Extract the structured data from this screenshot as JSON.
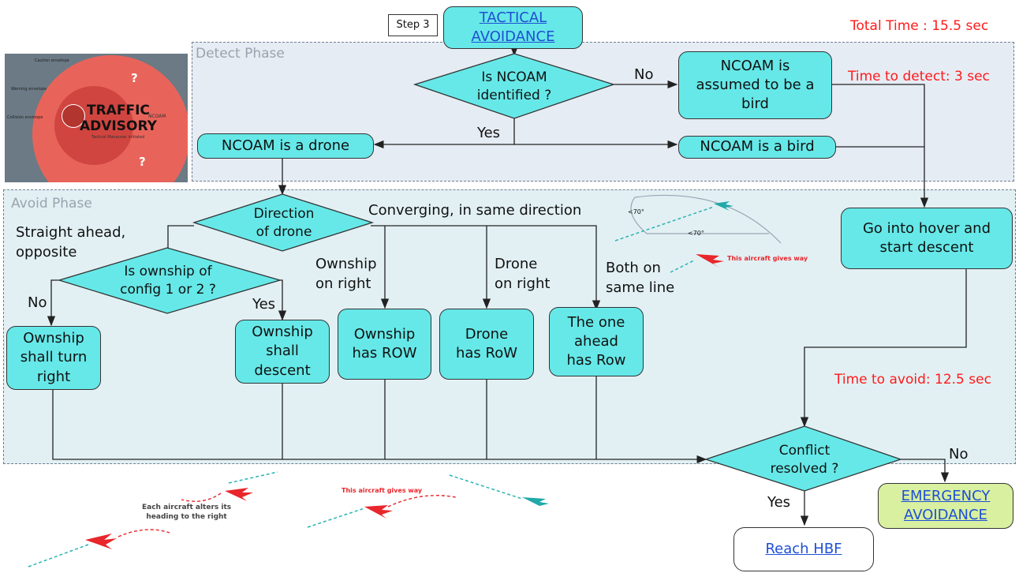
{
  "header": {
    "step_label": "Step 3",
    "title_line1": "TACTICAL",
    "title_line2": "AVOIDANCE",
    "total_time": "Total Time : 15.5 sec"
  },
  "phases": {
    "detect": "Detect Phase",
    "avoid": "Avoid Phase"
  },
  "inset": {
    "title_line1": "TRAFFIC",
    "title_line2": "ADVISORY",
    "sub": "Tactical Maneuver initiated",
    "ncoam": "NCOAM",
    "q": "?",
    "label_caution": "Caution envelope",
    "label_warning": "Warning envelope",
    "label_collision": "Collision envelope"
  },
  "detect": {
    "decision_line1": "Is NCOAM",
    "decision_line2": "identified ?",
    "no_label": "No",
    "yes_label": "Yes",
    "assumed_line1": "NCOAM is",
    "assumed_line2": "assumed to be a",
    "assumed_line3": "bird",
    "time_detect": "Time to detect: 3 sec",
    "is_drone": "NCOAM is a drone",
    "is_bird": "NCOAM is a bird"
  },
  "avoid": {
    "direction_line1": "Direction",
    "direction_line2": "of drone",
    "converging": "Converging, in same direction",
    "straight_line1": "Straight ahead,",
    "straight_line2": "opposite",
    "config_line1": "Is ownship of",
    "config_line2": "config 1 or 2 ?",
    "no_label": "No",
    "yes_label": "Yes",
    "ownship_right_line1": "Ownship",
    "ownship_right_line2": "on right",
    "drone_right_line1": "Drone",
    "drone_right_line2": "on right",
    "same_line_line1": "Both on",
    "same_line_line2": "same line",
    "turn_line1": "Ownship",
    "turn_line2": "shall turn",
    "turn_line3": "right",
    "descent_line1": "Ownship",
    "descent_line2": "shall",
    "descent_line3": "descent",
    "own_row_line1": "Ownship",
    "own_row_line2": "has ROW",
    "drone_row_line1": "Drone",
    "drone_row_line2": "has RoW",
    "ahead_line1": "The one",
    "ahead_line2": "ahead",
    "ahead_line3": "has Row",
    "hover_line1": "Go into hover and",
    "hover_line2": "start descent",
    "time_avoid": "Time to avoid: 12.5 sec",
    "angle1": "<70°",
    "angle2": "<70°",
    "gives_way_top": "This aircraft gives way"
  },
  "outcome": {
    "conflict_line1": "Conflict",
    "conflict_line2": "resolved ?",
    "no_label": "No",
    "yes_label": "Yes",
    "emergency_line1": "EMERGENCY",
    "emergency_line2": "AVOIDANCE",
    "reach": "Reach HBF"
  },
  "illustrations": {
    "alter_line1": "Each aircraft alters its",
    "alter_line2": "heading to the right",
    "gives_way": "This aircraft gives way"
  },
  "colors": {
    "box_fill": "#66e8e8",
    "emergency_fill": "#d8f0a0",
    "timing_red": "#ff1a1a",
    "link_blue": "#1f4fd6"
  }
}
